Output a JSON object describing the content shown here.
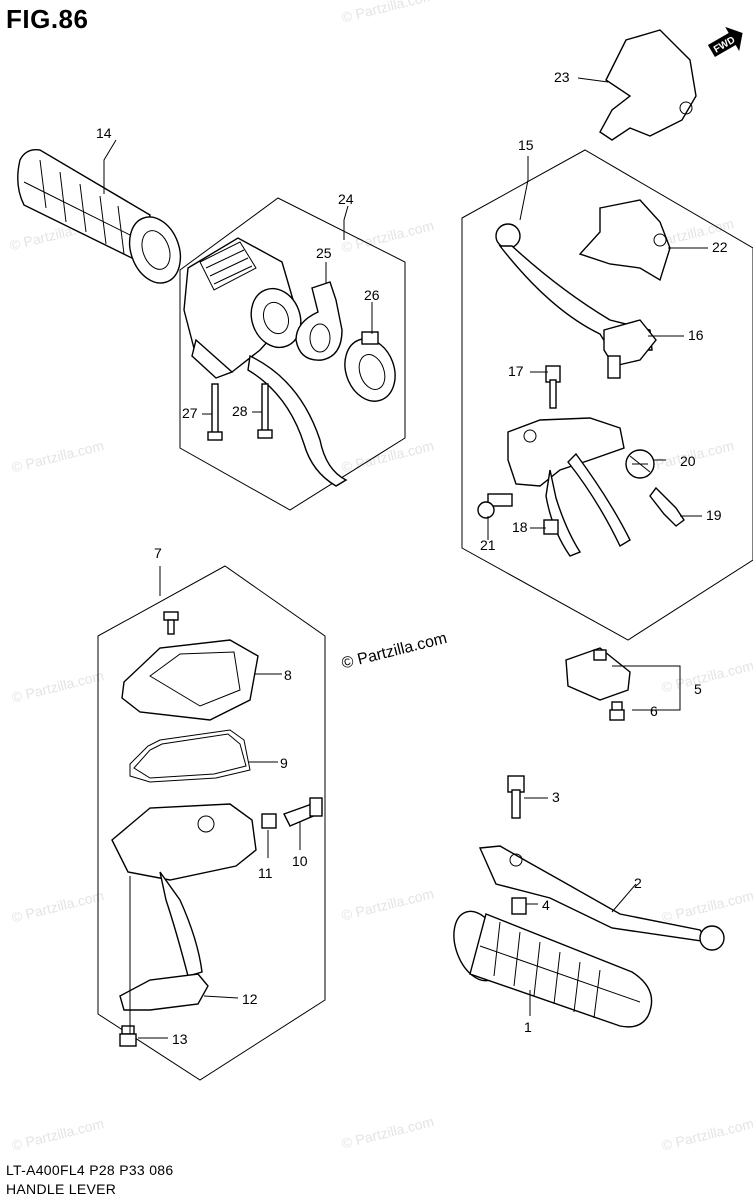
{
  "figure": {
    "title": "FIG.86",
    "fwd_label": "FWD",
    "footer_code": "LT-A400FL4  P28  P33  086",
    "footer_title": "HANDLE LEVER",
    "watermark": "© Partzilla.com"
  },
  "callouts": {
    "c1": "1",
    "c2": "2",
    "c3": "3",
    "c4": "4",
    "c5": "5",
    "c6": "6",
    "c7": "7",
    "c8": "8",
    "c9": "9",
    "c10": "10",
    "c11": "11",
    "c12": "12",
    "c13": "13",
    "c14": "14",
    "c15": "15",
    "c16": "16",
    "c17": "17",
    "c18": "18",
    "c19": "19",
    "c20": "20",
    "c21": "21",
    "c22": "22",
    "c23": "23",
    "c24": "24",
    "c25": "25",
    "c26": "26",
    "c27": "27",
    "c28": "28"
  }
}
